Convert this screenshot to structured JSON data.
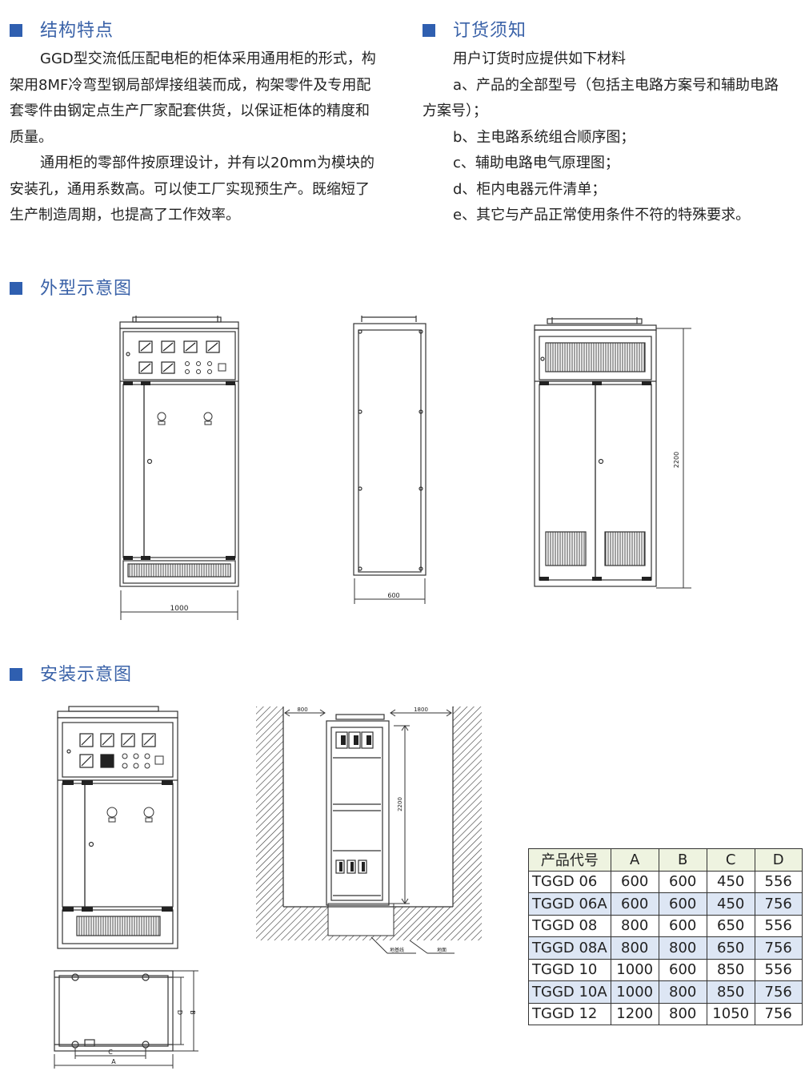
{
  "structure": {
    "title": "结构特点",
    "paragraphs": [
      "GGD型交流低压配电柜的柜体采用通用柜的形式，构架用8MF冷弯型钢局部焊接组装而成，构架零件及专用配套零件由钢定点生产厂家配套供货，以保证柜体的精度和质量。",
      "通用柜的零部件按原理设计，并有以20mm为模块的安装孔，通用系数高。可以使工厂实现预生产。既缩短了生产制造周期，也提高了工作效率。"
    ]
  },
  "ordering": {
    "title": "订货须知",
    "intro": "用户订货时应提供如下材料",
    "items": [
      "a、产品的全部型号（包括主电路方案号和辅助电路方案号）；",
      "b、主电路系统组合顺序图；",
      "c、辅助电路电气原理图；",
      "d、柜内电器元件清单；",
      "e、其它与产品正常使用条件不符的特殊要求。"
    ]
  },
  "outline": {
    "title": "外型示意图",
    "dim_width": "1000",
    "dim_depth": "600",
    "dim_height": "2200"
  },
  "installation": {
    "title": "安装示意图",
    "dim_left": "800",
    "dim_right": "1800",
    "dim_height": "2200",
    "plan_labels": [
      "C",
      "A",
      "D",
      "B"
    ],
    "callouts": [
      "地基线",
      "地面"
    ]
  },
  "spec_table": {
    "headers": [
      "产品代号",
      "A",
      "B",
      "C",
      "D"
    ],
    "rows": [
      [
        "TGGD 06",
        "600",
        "600",
        "450",
        "556"
      ],
      [
        "TGGD 06A",
        "600",
        "600",
        "450",
        "756"
      ],
      [
        "TGGD 08",
        "800",
        "600",
        "650",
        "556"
      ],
      [
        "TGGD 08A",
        "800",
        "800",
        "650",
        "756"
      ],
      [
        "TGGD 10",
        "1000",
        "600",
        "850",
        "556"
      ],
      [
        "TGGD 10A",
        "1000",
        "800",
        "850",
        "756"
      ],
      [
        "TGGD 12",
        "1200",
        "800",
        "1050",
        "756"
      ]
    ]
  },
  "colors": {
    "heading": "#3a62a8",
    "bullet": "#2f5fb0",
    "table_header_bg": "#eef3e0",
    "table_alt_bg": "#dde6f4"
  }
}
